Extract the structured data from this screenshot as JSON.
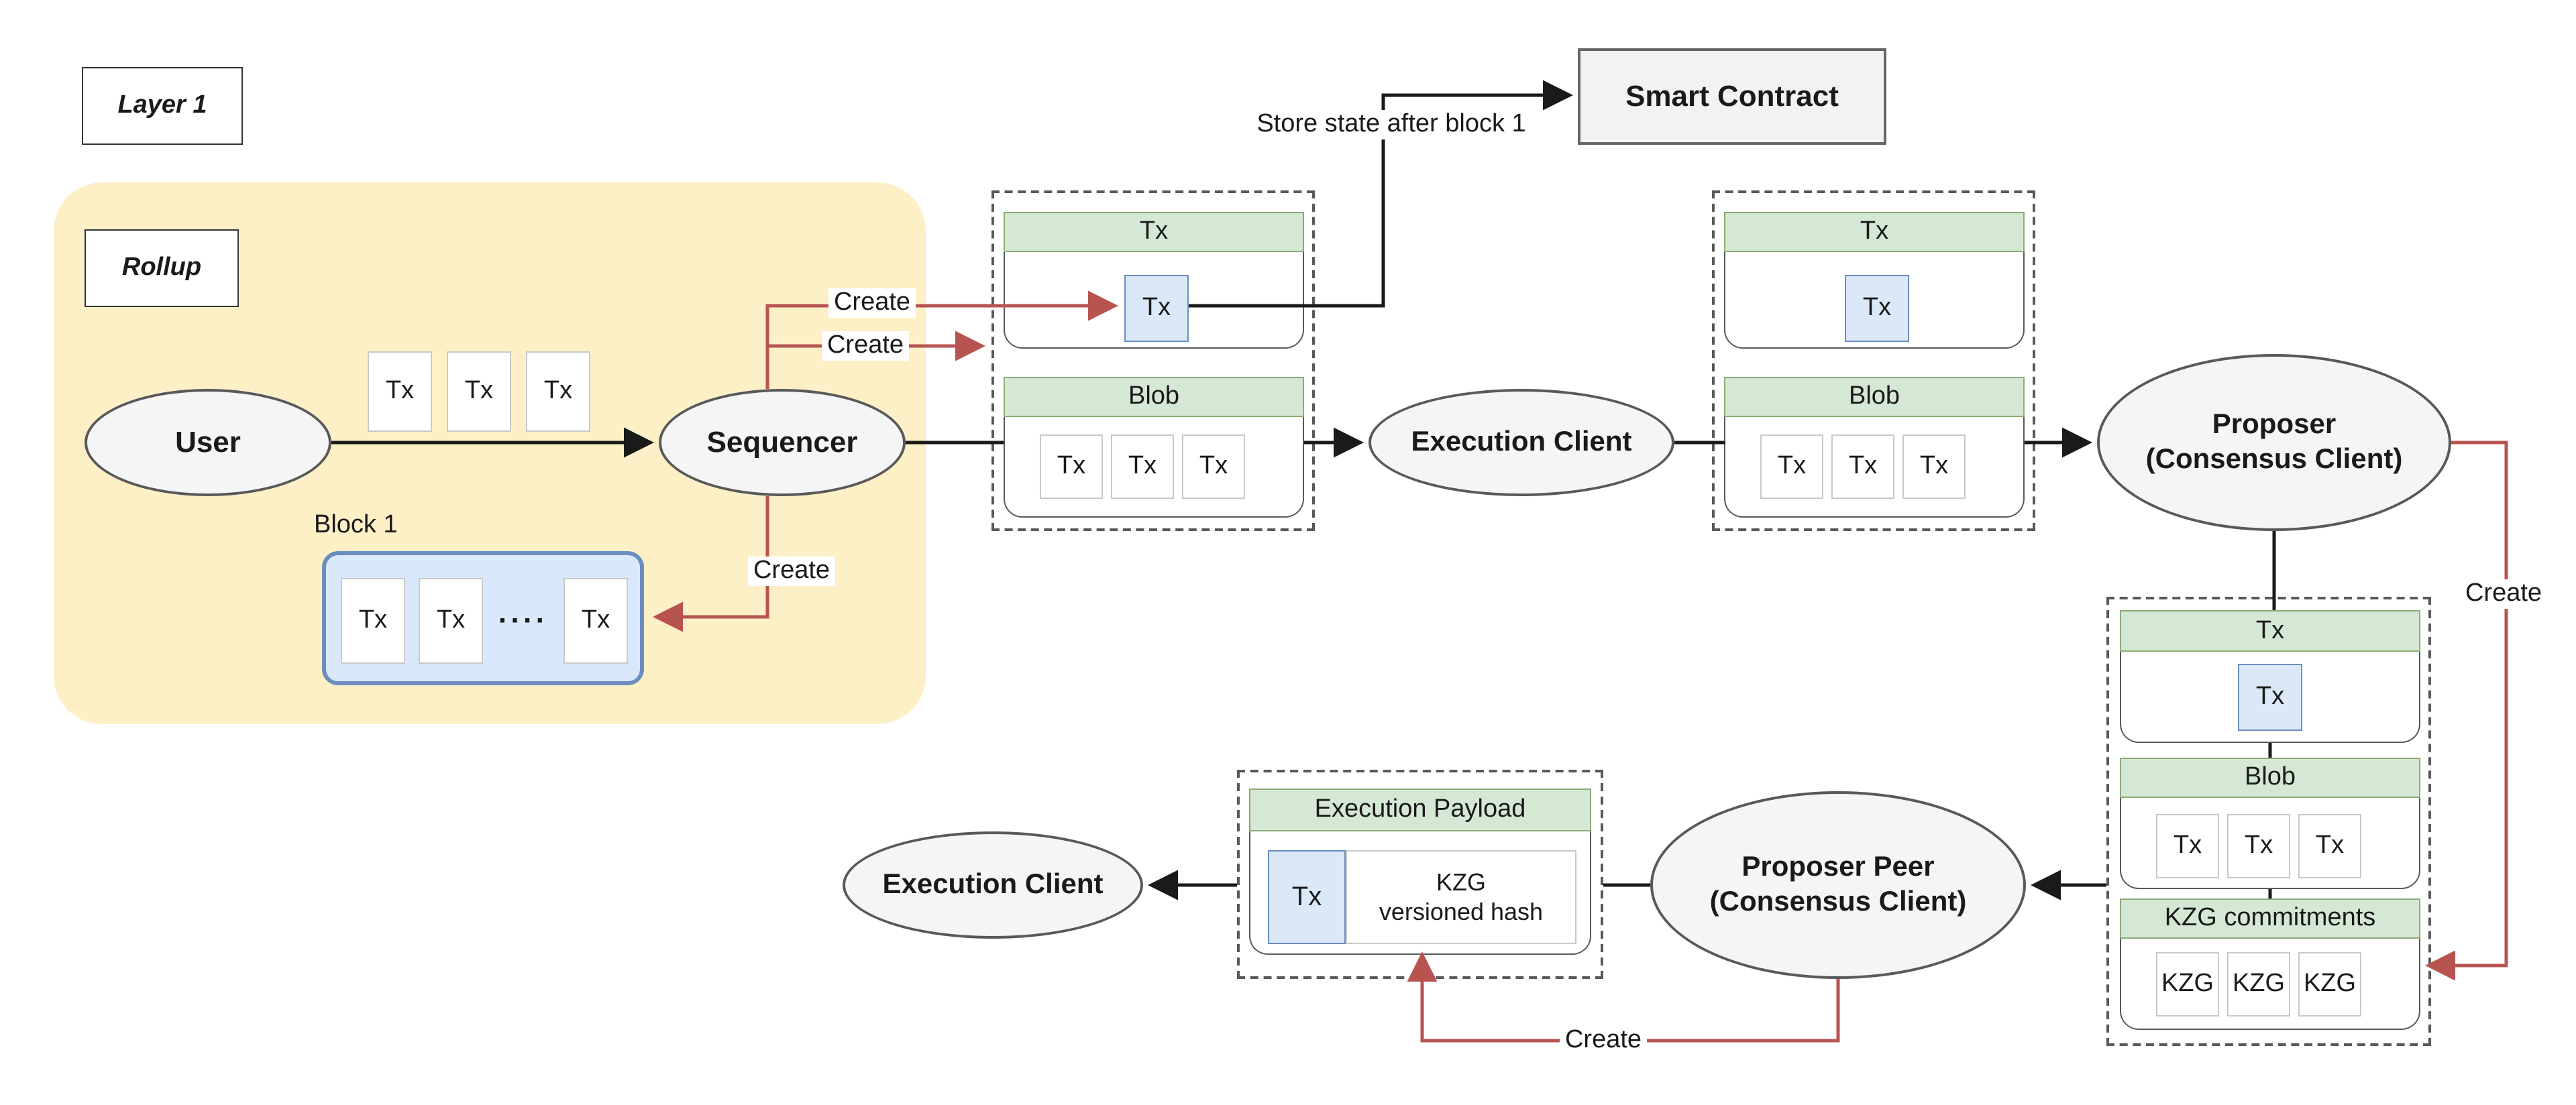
{
  "diagram": {
    "layer1": "Layer 1",
    "rollup": "Rollup",
    "nodes": {
      "user": "User",
      "sequencer": "Sequencer",
      "execution_client": "Execution Client",
      "proposer_l1": "Proposer",
      "proposer_l2": "(Consensus Client)",
      "proposer_peer_l1": "Proposer Peer",
      "proposer_peer_l2": "(Consensus Client)",
      "execution_client_bottom": "Execution Client",
      "smart_contract": "Smart Contract"
    },
    "labels": {
      "tx": "Tx",
      "blob": "Blob",
      "kzg": "KZG",
      "kzg_commitments": "KZG commitments",
      "execution_payload": "Execution Payload",
      "kzg_versioned_l1": "KZG",
      "kzg_versioned_l2": "versioned hash",
      "create": "Create",
      "store_state": "Store state after block 1",
      "block1": "Block 1",
      "dots": "····"
    },
    "colors": {
      "rollup_bg": "#fdf0c7",
      "green_header": "#d5e8d4",
      "green_border": "#8cab76",
      "blue_fill": "#dbe8f8",
      "blue_border": "#6c8ebf",
      "node_fill": "#f5f5f5",
      "node_border": "#595959",
      "red_arrow": "#b85450",
      "black_arrow": "#1a1a1a"
    }
  }
}
